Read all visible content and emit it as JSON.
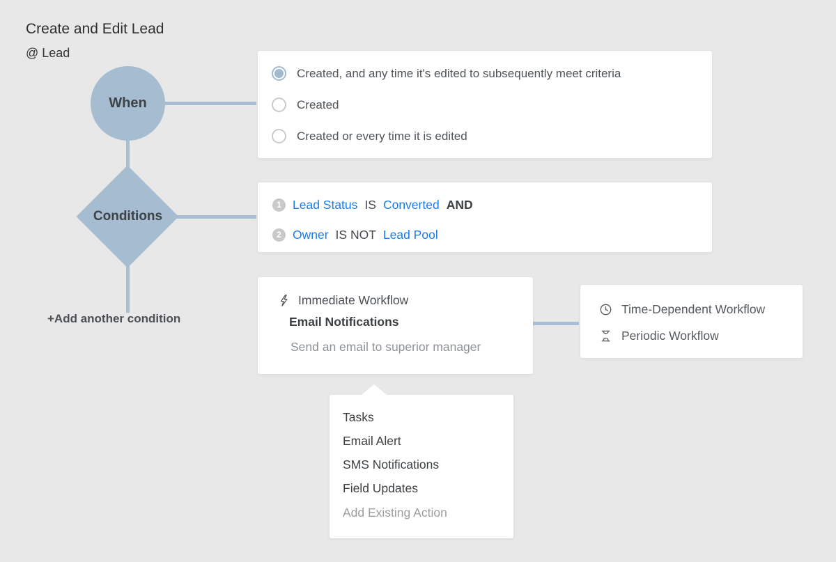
{
  "page": {
    "title": "Create and Edit Lead",
    "subtitle": "@ Lead"
  },
  "flow": {
    "when_label": "When",
    "conditions_label": "Conditions",
    "add_condition_label": "+Add another condition"
  },
  "when_panel": {
    "options": [
      {
        "label": "Created, and any time it's edited to subsequently meet criteria",
        "selected": true
      },
      {
        "label": "Created",
        "selected": false
      },
      {
        "label": "Created or every time it is edited",
        "selected": false
      }
    ]
  },
  "conditions_panel": {
    "rows": [
      {
        "num": "1",
        "segments": [
          {
            "text": "Lead Status",
            "style": "link"
          },
          {
            "text": "IS",
            "style": "plain"
          },
          {
            "text": "Converted",
            "style": "link"
          },
          {
            "text": "AND",
            "style": "bold"
          }
        ]
      },
      {
        "num": "2",
        "segments": [
          {
            "text": "Owner",
            "style": "link"
          },
          {
            "text": "IS NOT",
            "style": "plain"
          },
          {
            "text": "Lead Pool",
            "style": "link"
          }
        ]
      }
    ]
  },
  "immediate_panel": {
    "icon": "lightning-icon",
    "header": "Immediate Workflow",
    "action_title": "Email Notifications",
    "action_desc": "Send an email to superior manager"
  },
  "time_panel": {
    "items": [
      {
        "icon": "clock-icon",
        "label": "Time-Dependent Workflow"
      },
      {
        "icon": "hourglass-icon",
        "label": "Periodic Workflow"
      }
    ]
  },
  "action_menu": {
    "items": [
      {
        "label": "Tasks",
        "enabled": true
      },
      {
        "label": "Email Alert",
        "enabled": true
      },
      {
        "label": "SMS Notifications",
        "enabled": true
      },
      {
        "label": "Field Updates",
        "enabled": true
      },
      {
        "label": "Add Existing Action",
        "enabled": false
      }
    ]
  },
  "colors": {
    "background": "#e8e8e8",
    "node_fill": "#a6bdd1",
    "connector": "#a8bfd3",
    "panel": "#ffffff",
    "link_blue": "#1b7ce5",
    "text_dark": "#3c4043",
    "text_body": "#4f5459",
    "text_muted": "#8e9296",
    "badge_gray": "#c9c9c9"
  }
}
